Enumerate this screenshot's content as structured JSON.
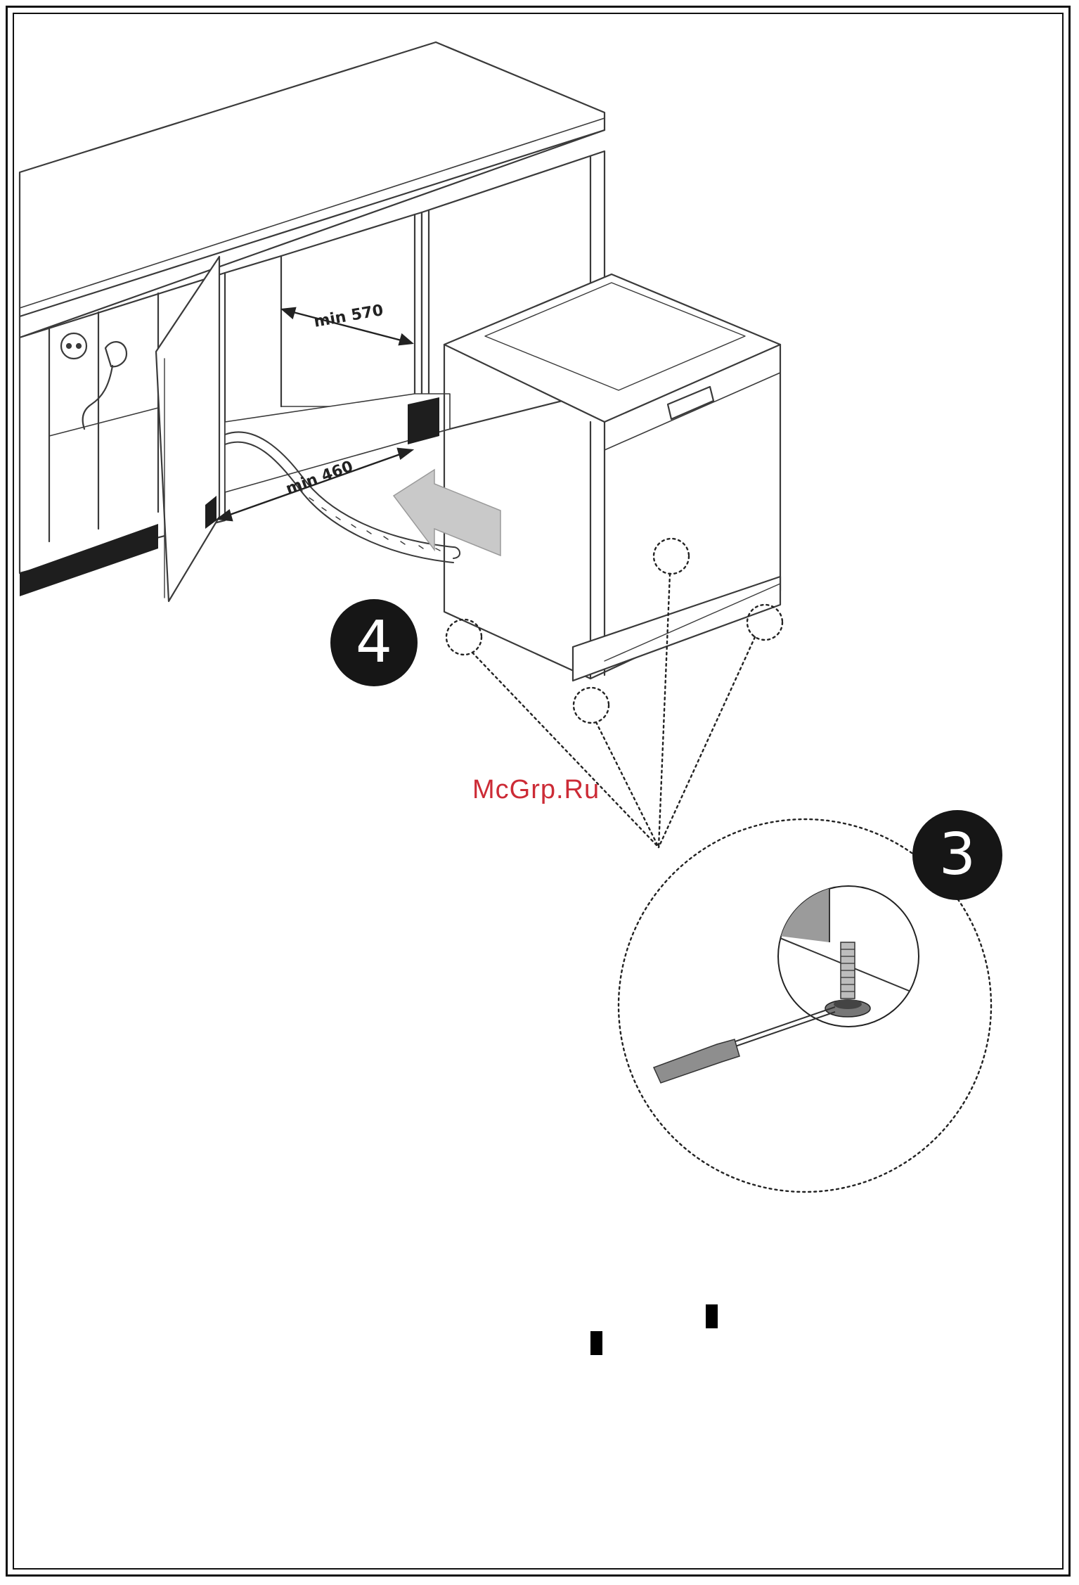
{
  "dimensions": {
    "min_width_label": "min 570",
    "min_height_label": "min 460"
  },
  "steps": {
    "step_4": "4",
    "step_3": "3"
  },
  "watermark": "McGrp.Ru",
  "colors": {
    "line": "#3a3a3a",
    "badge": "#161616",
    "watermark": "#cc2b36",
    "plinth": "#1e1e1e",
    "arrow": "#c9c9c9"
  }
}
